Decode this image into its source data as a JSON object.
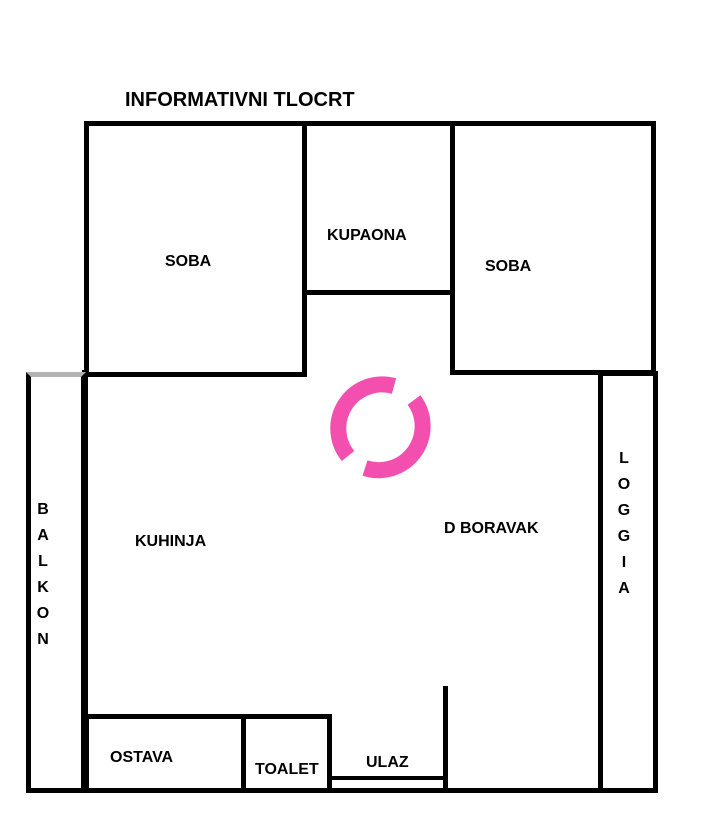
{
  "title": "INFORMATIVNI TLOCRT",
  "rooms": {
    "soba_left": "SOBA",
    "kupaona": "KUPAONA",
    "soba_right": "SOBA",
    "kuhinja": "KUHINJA",
    "dnevni_boravak": "D BORAVAK",
    "ostava": "OSTAVA",
    "toalet": "TOALET",
    "ulaz": "ULAZ",
    "balkon": "BALKON",
    "loggia": "LOGGIA"
  },
  "colors": {
    "logo": "#f24fae",
    "walls": "#000000"
  }
}
